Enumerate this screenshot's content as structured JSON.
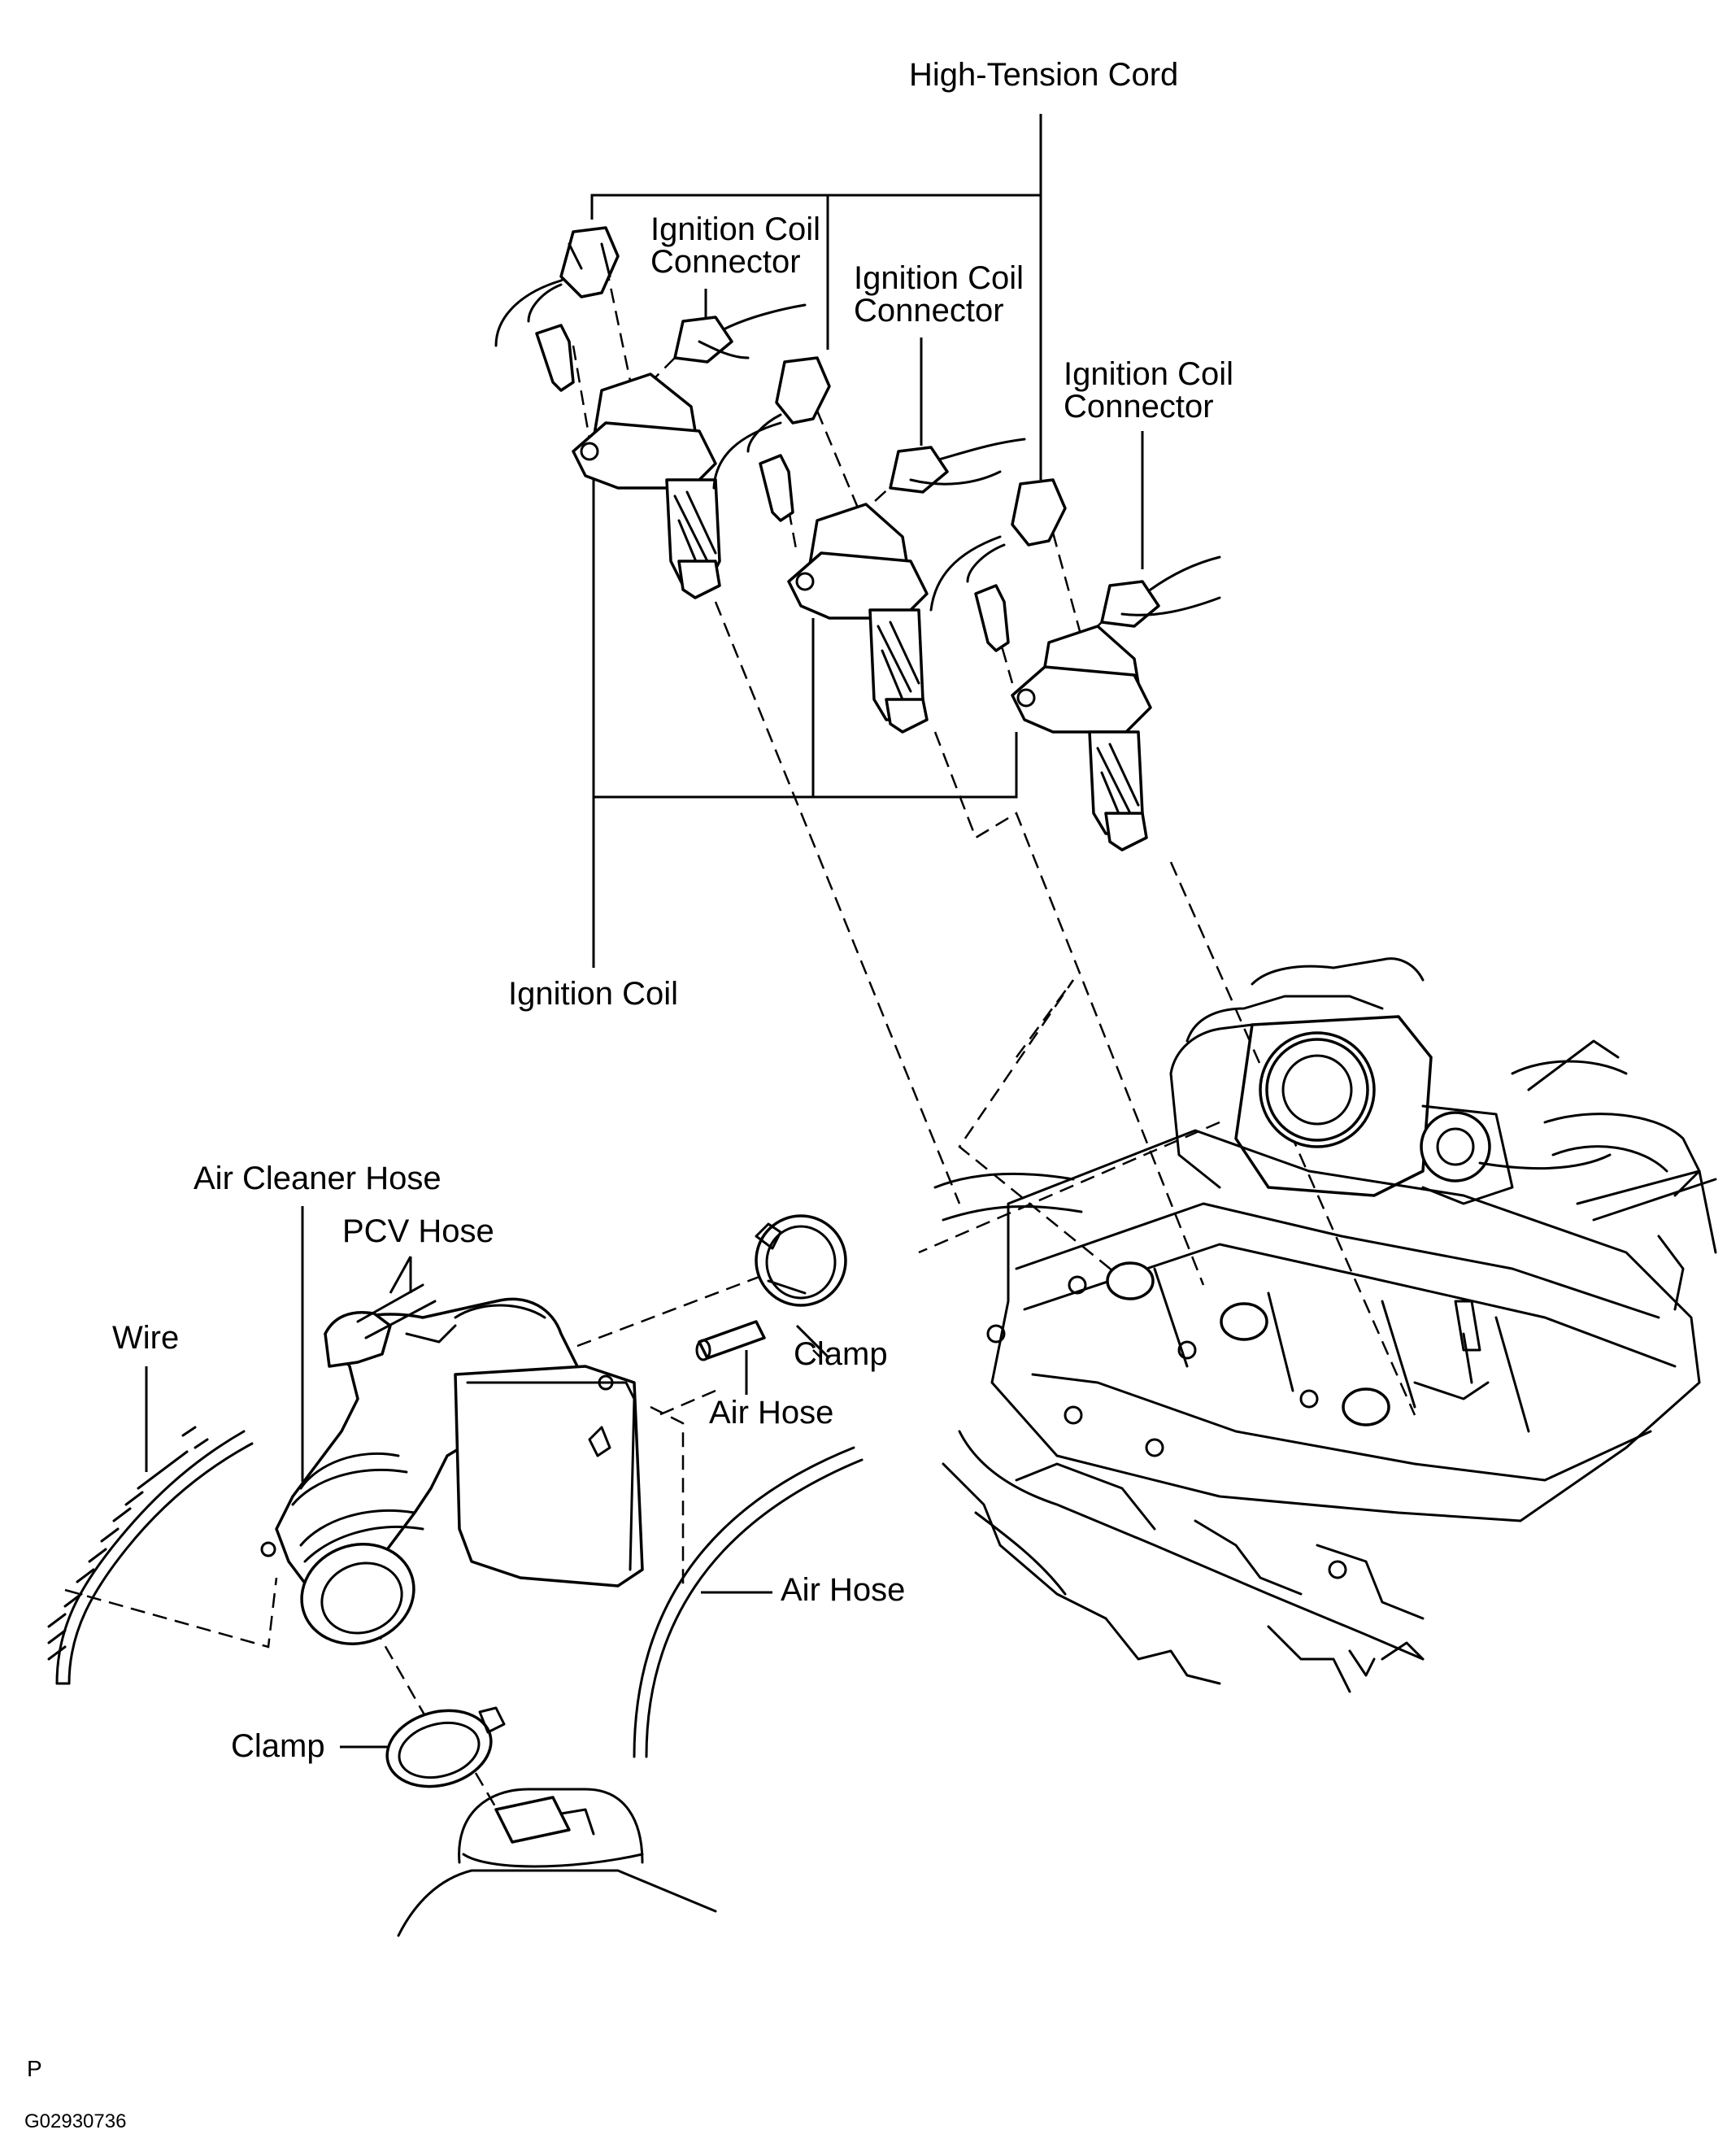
{
  "labels": {
    "high_tension_cord": "High-Tension Cord",
    "ignition_coil_connector_1_line1": "Ignition Coil",
    "ignition_coil_connector_1_line2": "Connector",
    "ignition_coil_connector_2_line1": "Ignition Coil",
    "ignition_coil_connector_2_line2": "Connector",
    "ignition_coil_connector_3_line1": "Ignition Coil",
    "ignition_coil_connector_3_line2": "Connector",
    "ignition_coil": "Ignition Coil",
    "air_cleaner_hose": "Air Cleaner Hose",
    "pcv_hose": "PCV Hose",
    "wire": "Wire",
    "clamp_upper": "Clamp",
    "air_hose_short": "Air Hose",
    "air_hose_long": "Air Hose",
    "clamp_lower": "Clamp"
  },
  "footer": {
    "letter": "P",
    "figure_code": "G02930736"
  }
}
